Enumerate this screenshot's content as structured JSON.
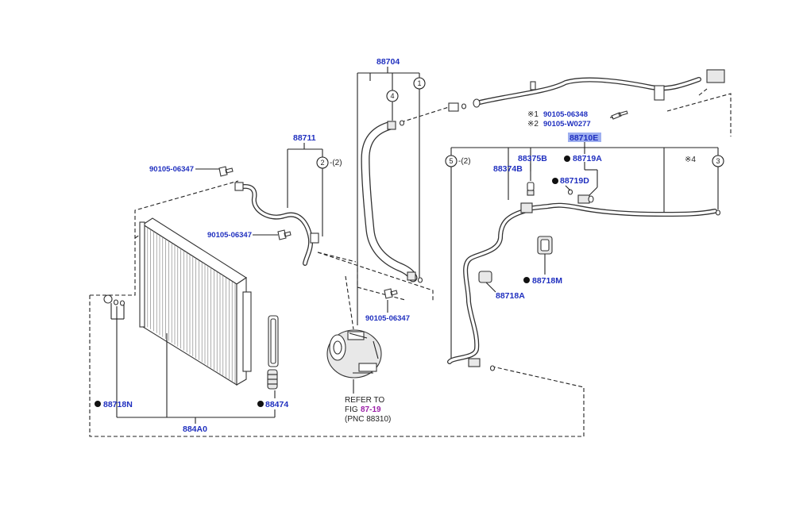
{
  "labels": {
    "p88704": "88704",
    "p88711": "88711",
    "p88710E": "88710E",
    "p88375B": "88375B",
    "p88374B": "88374B",
    "p88719A": "88719A",
    "p88719D": "88719D",
    "p88718M": "88718M",
    "p88718A": "88718A",
    "p88718N": "88718N",
    "p88474": "88474",
    "p884A0": "884A0",
    "bolt_a": "90105-06347",
    "bolt_b": "90105-06347",
    "bolt_c": "90105-06347",
    "note1_mark": "※1",
    "note1_part": "90105-06348",
    "note2_mark": "※2",
    "note2_part": "90105-W0277",
    "note4": "※4",
    "circle1": "1",
    "circle2": "2",
    "circle3": "3",
    "circle4": "4",
    "circle5": "5",
    "qty2_a": "-(2)",
    "qty2_b": "-(2)"
  },
  "refer": {
    "line1": "REFER TO",
    "line2_prefix": "FIG",
    "fig": "87-19",
    "line3": "(PNC 88310)"
  },
  "colors": {
    "label": "#1f2fbf",
    "figure_ref": "#9b1fa8",
    "highlight": "#9fb0f0"
  }
}
